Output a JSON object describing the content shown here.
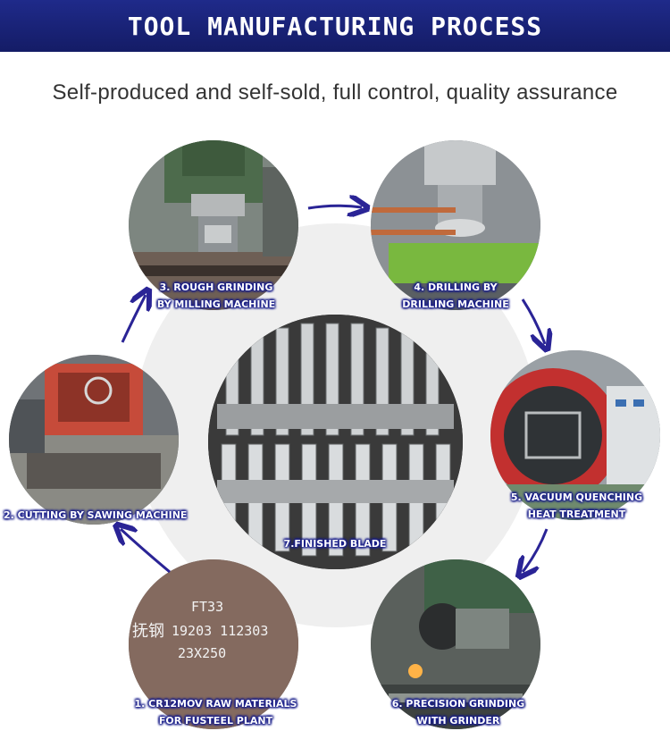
{
  "header": {
    "title": "TOOL MANUFACTURING PROCESS"
  },
  "subtitle": "Self-produced and self-sold, full control, quality assurance",
  "steps": [
    {
      "line1": "1. CR12MOV RAW MATERIALS",
      "line2": "FOR FUSTEEL PLANT"
    },
    {
      "line1": "2. CUTTING BY SAWING MACHINE",
      "line2": ""
    },
    {
      "line1": "3. ROUGH GRINDING",
      "line2": "BY MILLING MACHINE"
    },
    {
      "line1": "4. DRILLING BY",
      "line2": "DRILLING MACHINE"
    },
    {
      "line1": "5. VACUUM QUENCHING",
      "line2": "HEAT TREATMENT"
    },
    {
      "line1": "6. PRECISION GRINDING",
      "line2": "WITH GRINDER"
    }
  ],
  "center": {
    "label": "7.FINISHED BLADE"
  },
  "material_marks": {
    "line1": "FT33",
    "line2": "19203  112303",
    "line3": "23X250",
    "maker": "抚钢"
  },
  "colors": {
    "banner": "#1a237e",
    "label_outline": "#1a1f8a",
    "arrow": "#2a2496"
  }
}
